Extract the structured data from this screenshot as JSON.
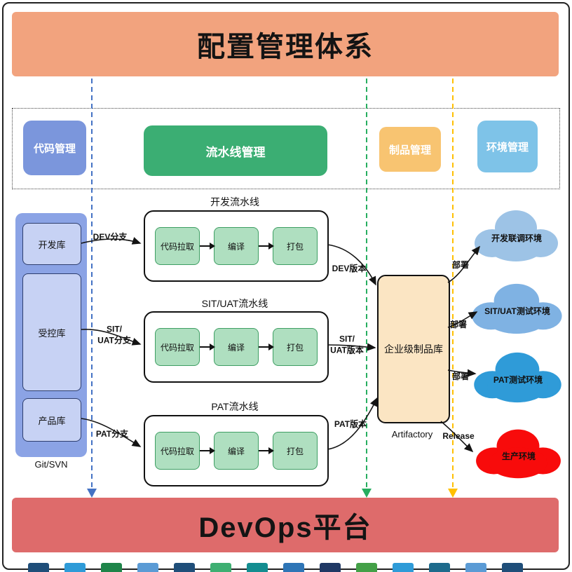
{
  "header": {
    "title": "配置管理体系",
    "bg": "#F2A37E"
  },
  "footer": {
    "title": "DevOps平台",
    "bg": "#DE6B6B"
  },
  "legend": {
    "items": [
      {
        "label": "代码管理",
        "color": "#7B96DC"
      },
      {
        "label": "流水线管理",
        "color": "#3BAE73"
      },
      {
        "label": "制品管理",
        "color": "#F8C471"
      },
      {
        "label": "环境管理",
        "color": "#7EC3E8"
      }
    ]
  },
  "source_control": {
    "group_label": "Git/SVN",
    "repos": [
      {
        "label": "开发库"
      },
      {
        "label": "受控库"
      },
      {
        "label": "产品库"
      }
    ]
  },
  "pipelines": [
    {
      "title": "开发流水线",
      "steps": [
        "代码拉取",
        "编译",
        "打包"
      ],
      "branch_label": "DEV分支",
      "version_label": "DEV版本"
    },
    {
      "title": "SIT/UAT流水线",
      "steps": [
        "代码拉取",
        "编译",
        "打包"
      ],
      "branch_label": "SIT/\nUAT分支",
      "version_label": "SIT/\nUAT版本"
    },
    {
      "title": "PAT流水线",
      "steps": [
        "代码拉取",
        "编译",
        "打包"
      ],
      "branch_label": "PAT分支",
      "version_label": "PAT版本"
    }
  ],
  "artifact_repository": {
    "label": "企业级制品库",
    "product": "Artifactory",
    "bg": "#FBE5C3"
  },
  "environments": [
    {
      "label": "开发联调环境",
      "color": "#9DC3E6",
      "arrow_label": "部署"
    },
    {
      "label": "SIT/UAT测试环境",
      "color": "#7FB2E3",
      "arrow_label": "部署"
    },
    {
      "label": "PAT测试环境",
      "color": "#2F9BD8",
      "arrow_label": "部署"
    },
    {
      "label": "生产环境",
      "color": "#F80B0B",
      "arrow_label": "Release"
    }
  ],
  "flow_lines": {
    "code_color": "#4472C4",
    "pipeline_color": "#27AE60",
    "artifact_color": "#FFC000"
  },
  "bottom_strip": {
    "tiles": [
      "#1F4E79",
      "#2E9BD8",
      "#1E8449",
      "#5B9BD5",
      "#1F4E79",
      "#3EAF72",
      "#138D90",
      "#2E75B6",
      "#1F3864",
      "#43A047",
      "#2E9BD8",
      "#1E6B8C",
      "#5B9BD5",
      "#1F4E79"
    ]
  }
}
